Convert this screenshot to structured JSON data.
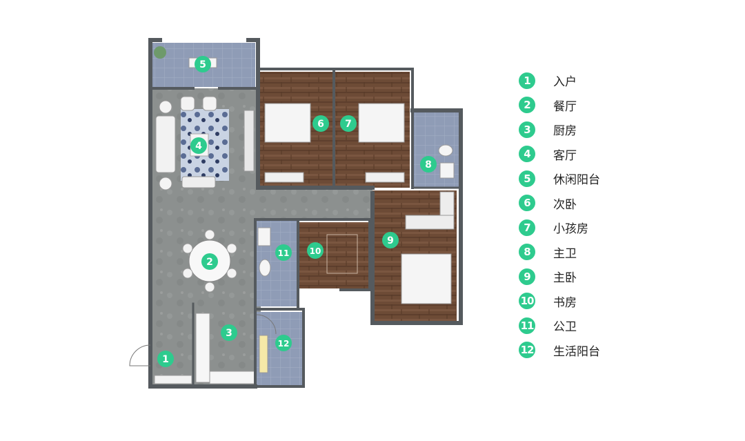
{
  "colors": {
    "accent": "#2ecb8e",
    "wall": "#555a5e",
    "floor_concrete": "#8e9290",
    "floor_wood": "#6b4a35",
    "floor_tile": "#8d9bb5"
  },
  "rooms": [
    {
      "num": "1",
      "name": "入户"
    },
    {
      "num": "2",
      "name": "餐厅"
    },
    {
      "num": "3",
      "name": "厨房"
    },
    {
      "num": "4",
      "name": "客厅"
    },
    {
      "num": "5",
      "name": "休闲阳台"
    },
    {
      "num": "6",
      "name": "次卧"
    },
    {
      "num": "7",
      "name": "小孩房"
    },
    {
      "num": "8",
      "name": "主卫"
    },
    {
      "num": "9",
      "name": "主卧"
    },
    {
      "num": "10",
      "name": "书房"
    },
    {
      "num": "11",
      "name": "公卫"
    },
    {
      "num": "12",
      "name": "生活阳台"
    }
  ]
}
